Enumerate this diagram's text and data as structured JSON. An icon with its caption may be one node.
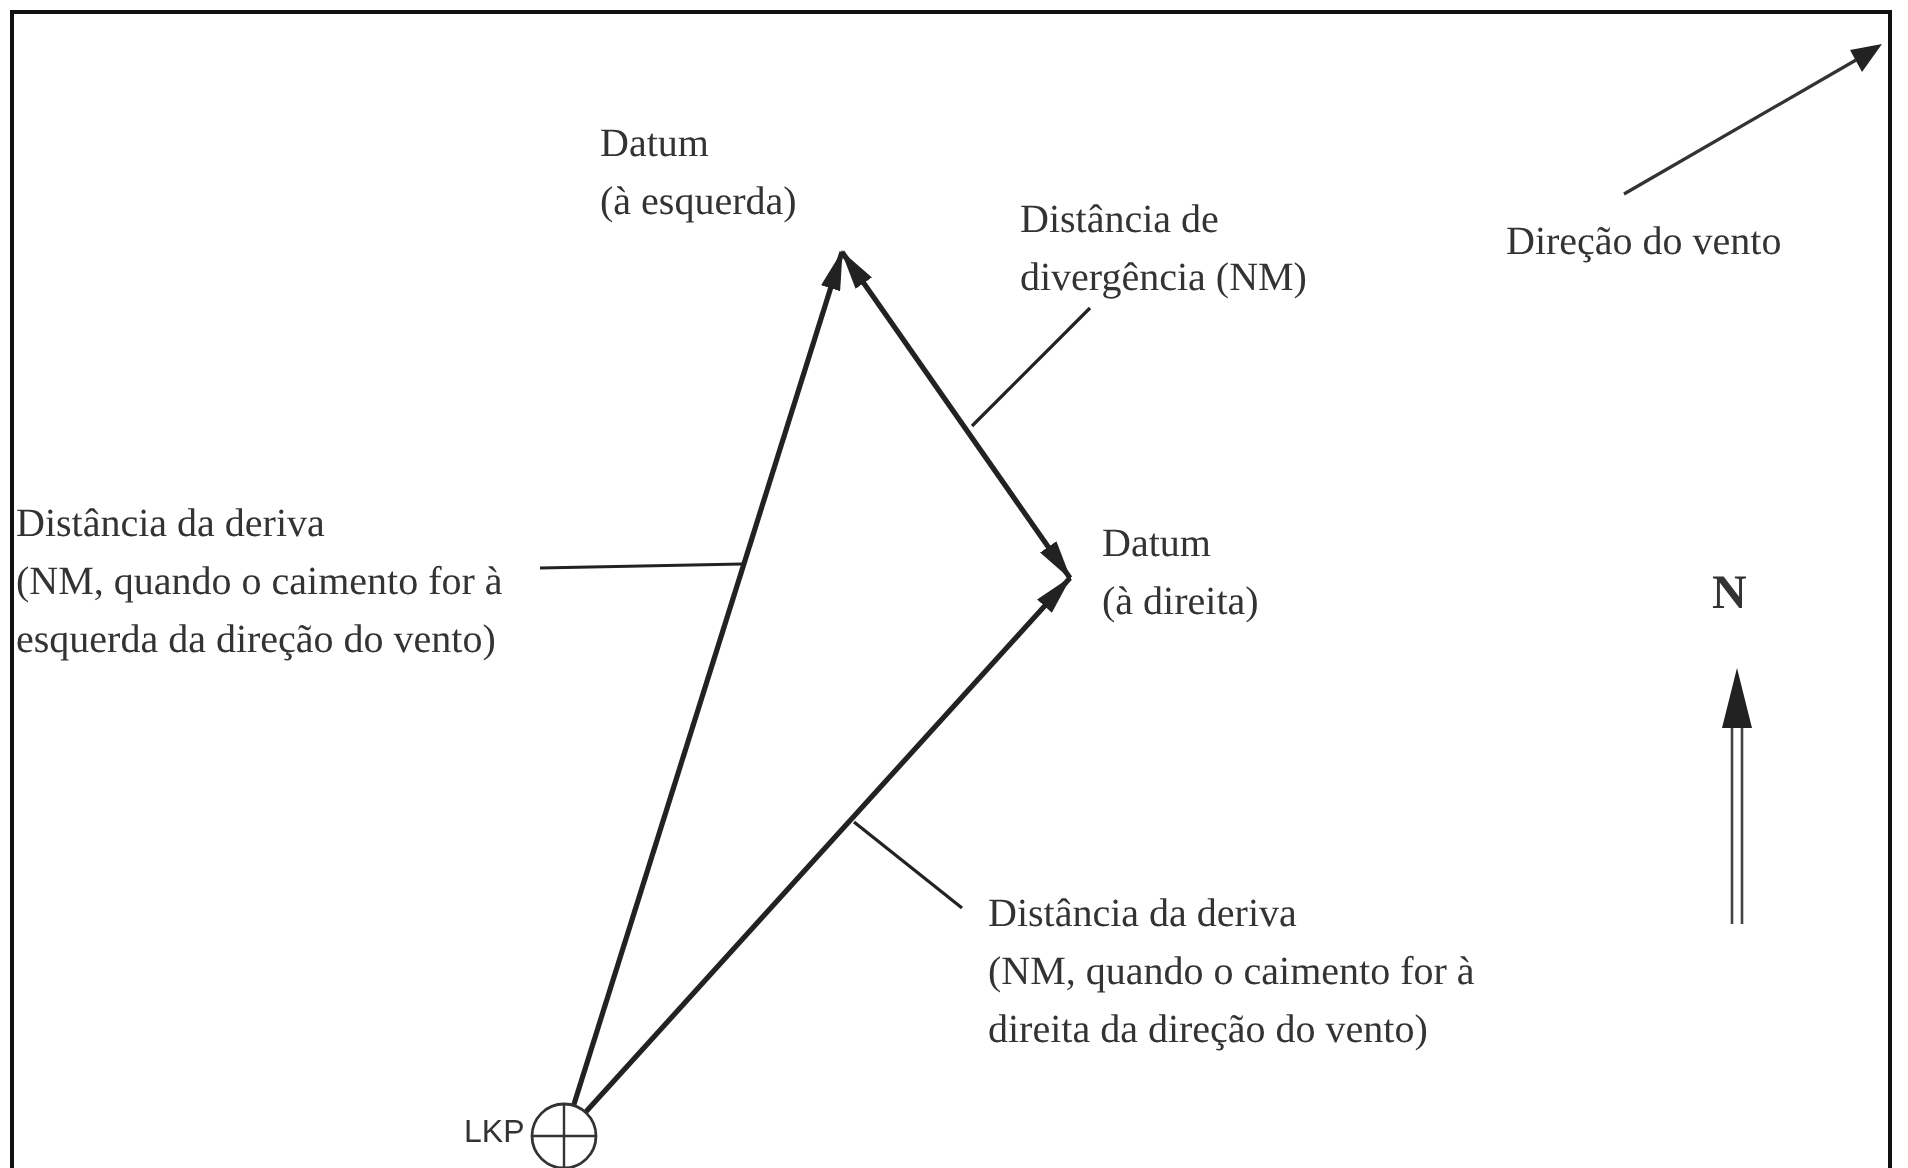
{
  "diagram": {
    "nodes": [
      {
        "text": [],
        "shape": "circle",
        "beside": [
          "LKP"
        ]
      },
      {
        "text": [
          "Datum",
          "(à esquerda)"
        ]
      },
      {
        "text": [
          "Datum",
          "(à direita)"
        ]
      },
      {
        "text": [
          "Distância de divergência (NM)"
        ]
      },
      {
        "text": [
          "Distância da deriva",
          "(NM, quando o caimento for à esquerda da direção do vento)"
        ]
      },
      {
        "text": [
          "Distância da deriva",
          "(NM, quando o caimento for à direita da direção do vento)"
        ]
      }
    ],
    "edges": [
      {
        "from": 0,
        "to": 1,
        "arrow": "to"
      },
      {
        "from": 0,
        "to": 2,
        "arrow": "to"
      },
      {
        "from": 1,
        "to": 2,
        "arrow": "both"
      },
      {
        "from": 3,
        "to": null,
        "arrow": "none"
      },
      {
        "from": 4,
        "to": null,
        "arrow": "none"
      },
      {
        "from": 5,
        "to": null,
        "arrow": "none"
      }
    ],
    "labels": [
      "Direção do vento",
      "N"
    ]
  }
}
